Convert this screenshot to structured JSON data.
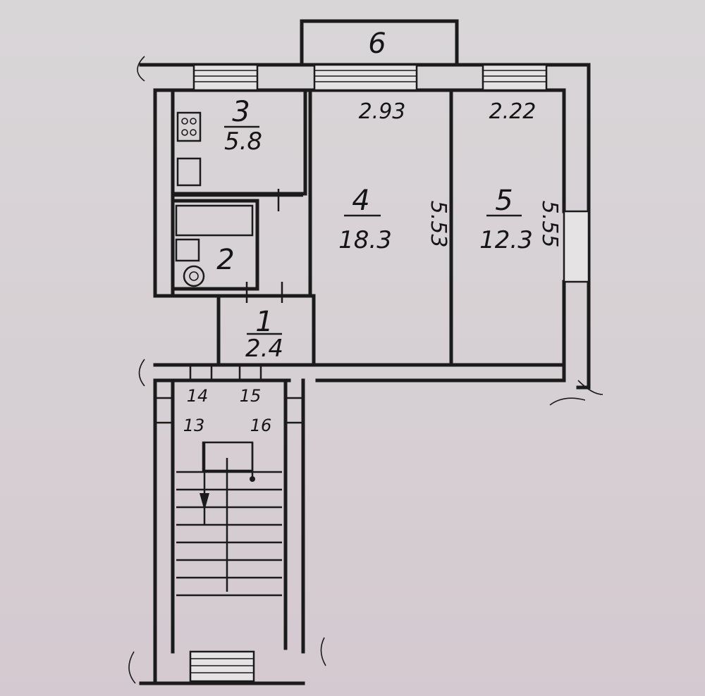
{
  "rooms": {
    "r1": {
      "number": "1",
      "area": "2.4"
    },
    "r2": {
      "number": "2"
    },
    "r3": {
      "number": "3",
      "area": "5.8"
    },
    "r4": {
      "number": "4",
      "area": "18.3"
    },
    "r5": {
      "number": "5",
      "area": "12.3"
    },
    "r6": {
      "number": "6"
    }
  },
  "dimensions": {
    "room4_width": "2.93",
    "room5_width": "2.22",
    "room4_length": "5.53",
    "room5_length": "5.55"
  },
  "stair_marks": [
    "14",
    "15",
    "13",
    "16"
  ],
  "colors": {
    "ink": "#1b1b1b",
    "paper": "#d8d3d6"
  }
}
